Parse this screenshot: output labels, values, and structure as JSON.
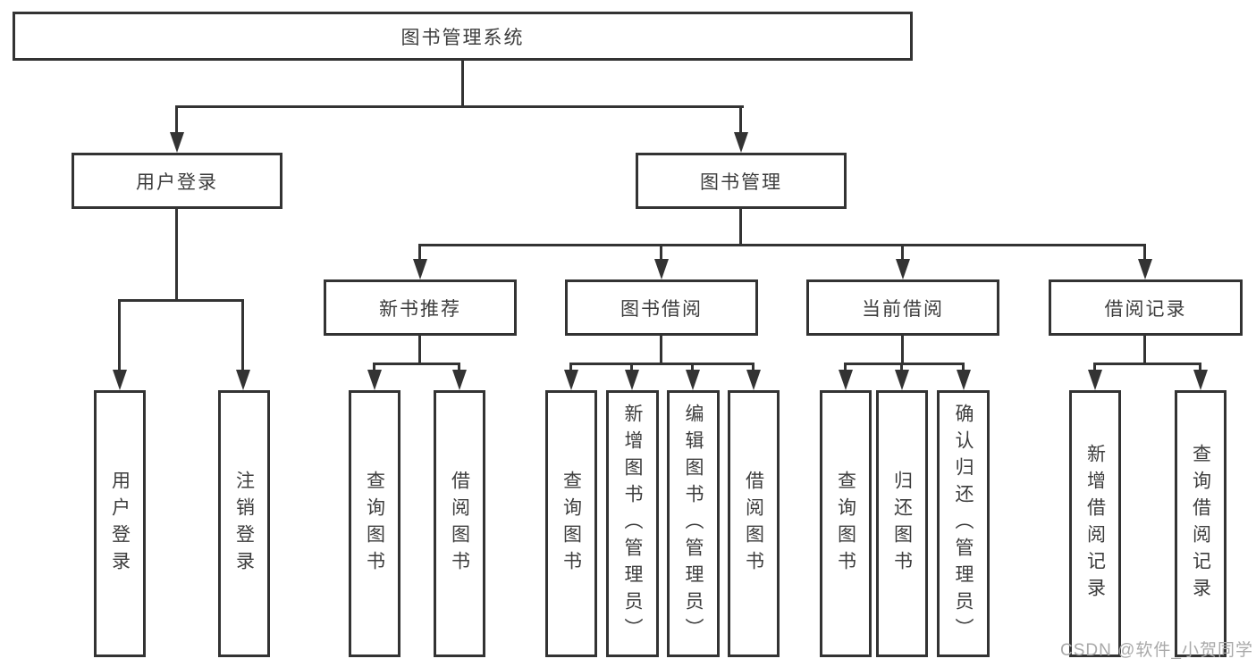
{
  "root": {
    "label": "图书管理系统"
  },
  "level2": [
    {
      "label": "用户登录"
    },
    {
      "label": "图书管理",
      "parent": "图书管理系统"
    }
  ],
  "level3": [
    {
      "label": "新书推荐",
      "parent": "图书管理"
    },
    {
      "label": "图书借阅",
      "parent": "图书管理"
    },
    {
      "label": "当前借阅",
      "parent": "图书管理"
    },
    {
      "label": "借阅记录",
      "parent": "图书管理"
    }
  ],
  "leaves": [
    {
      "label": "用户登录",
      "parent": "用户登录"
    },
    {
      "label": "注销登录",
      "parent": "用户登录"
    },
    {
      "label": "查询图书",
      "parent": "新书推荐"
    },
    {
      "label": "借阅图书",
      "parent": "新书推荐"
    },
    {
      "label": "查询图书",
      "parent": "图书借阅"
    },
    {
      "label": "新增图书（管理员）",
      "parent": "图书借阅"
    },
    {
      "label": "编辑图书（管理员）",
      "parent": "图书借阅"
    },
    {
      "label": "借阅图书",
      "parent": "图书借阅"
    },
    {
      "label": "查询图书",
      "parent": "当前借阅"
    },
    {
      "label": "归还图书",
      "parent": "当前借阅"
    },
    {
      "label": "确认归还（管理员）",
      "parent": "当前借阅"
    },
    {
      "label": "新增借阅记录",
      "parent": "借阅记录"
    },
    {
      "label": "查询借阅记录",
      "parent": "借阅记录"
    }
  ],
  "watermark": "CSDN @软件_小贺同学",
  "colors": {
    "line": "#333333",
    "text": "#3d3d3d",
    "box_background": "#ffffff",
    "watermark": "#a9a9a9",
    "background": "#ffffff"
  }
}
